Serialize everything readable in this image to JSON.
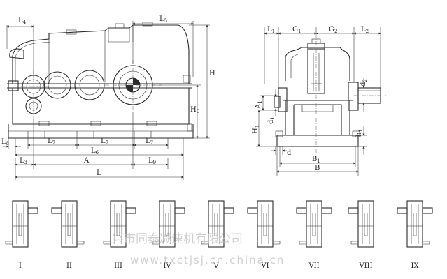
{
  "front_view": {
    "labels": {
      "L4": {
        "main": "L",
        "sub": "4"
      },
      "L5": {
        "main": "L",
        "sub": "5"
      },
      "H": {
        "main": "H",
        "sub": ""
      },
      "H0": {
        "main": "H",
        "sub": "0"
      },
      "L8": {
        "main": "L",
        "sub": "8"
      },
      "L7a": {
        "main": "L",
        "sub": "7"
      },
      "L7b": {
        "main": "L",
        "sub": "7"
      },
      "L7c": {
        "main": "L",
        "sub": "7"
      },
      "L6": {
        "main": "L",
        "sub": "6"
      },
      "L3": {
        "main": "L",
        "sub": "3"
      },
      "A": {
        "main": "A",
        "sub": ""
      },
      "L9": {
        "main": "L",
        "sub": "9"
      },
      "L": {
        "main": "L",
        "sub": ""
      }
    }
  },
  "side_view": {
    "labels": {
      "L1": {
        "main": "L",
        "sub": "1"
      },
      "G1": {
        "main": "G",
        "sub": "1"
      },
      "G2": {
        "main": "G",
        "sub": "2"
      },
      "L2": {
        "main": "L",
        "sub": "2"
      },
      "d2": {
        "main": "d",
        "sub": "2"
      },
      "A1": {
        "main": "A",
        "sub": "1"
      },
      "d1": {
        "main": "d",
        "sub": "1"
      },
      "H1": {
        "main": "H",
        "sub": "1"
      },
      "h1": {
        "main": "h",
        "sub": "1"
      },
      "d": {
        "main": "d",
        "sub": ""
      },
      "B1": {
        "main": "B",
        "sub": "1"
      },
      "B": {
        "main": "B",
        "sub": ""
      }
    }
  },
  "assembly_types": [
    "I",
    "II",
    "III",
    "IV",
    "V",
    "VI",
    "VII",
    "VIII",
    "IX"
  ],
  "watermark": {
    "company": "兴市同泰减速机有限公司",
    "url": "www.txctjsj.cn.china.cn"
  },
  "colors": {
    "line": "#2b2b2b",
    "watermark": "#bfbfbf"
  }
}
